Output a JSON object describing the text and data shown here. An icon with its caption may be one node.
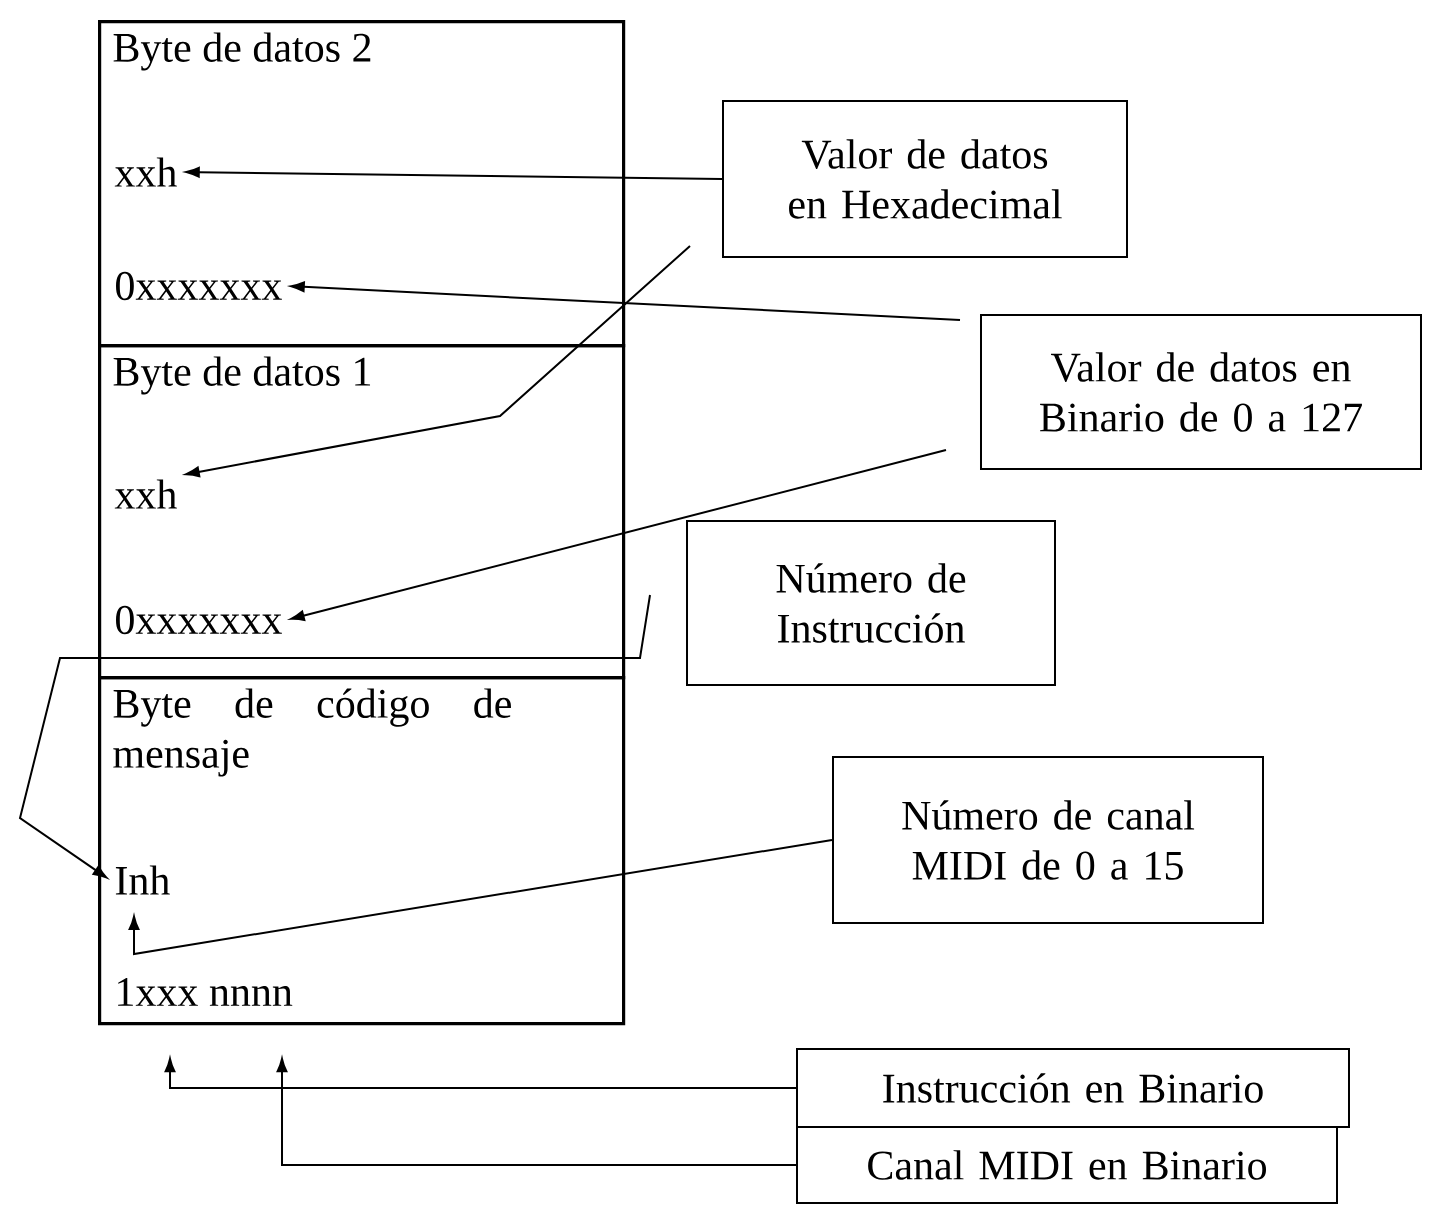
{
  "diagram": {
    "nodes": [
      {
        "text": [
          "Byte de datos 2"
        ]
      },
      {
        "text": [
          "xxh"
        ],
        "in": 0
      },
      {
        "text": [
          "0xxxxxxx"
        ],
        "in": 0
      },
      {
        "text": [
          "Byte de datos 1"
        ]
      },
      {
        "text": [
          "xxh"
        ],
        "in": 3
      },
      {
        "text": [
          "0xxxxxxx"
        ],
        "in": 3
      },
      {
        "text": [
          "Byte de código de mensaje"
        ]
      },
      {
        "text": [
          "Inh"
        ],
        "in": 6
      },
      {
        "text": [
          "1xxx nnnn"
        ],
        "in": 6
      },
      {
        "text": [
          "Valor de datos en Hexadecimal"
        ]
      },
      {
        "text": [
          "Valor de datos en Binario de 0 a 127"
        ]
      },
      {
        "text": [
          "Número de Instrucción"
        ]
      },
      {
        "text": [
          "Número de canal MIDI de 0 a 15"
        ]
      },
      {
        "text": [
          "Instrucción en Binario"
        ]
      },
      {
        "text": [
          "Canal MIDI en Binario"
        ]
      }
    ],
    "edges": [
      {
        "from": 9,
        "to": 1,
        "arrow": "to"
      },
      {
        "from": 9,
        "to": 4,
        "arrow": "to"
      },
      {
        "from": 10,
        "to": 2,
        "arrow": "to"
      },
      {
        "from": 10,
        "to": 5,
        "arrow": "to"
      },
      {
        "from": 11,
        "to": 7,
        "arrow": "to"
      },
      {
        "from": 12,
        "to": 7,
        "arrow": "to"
      },
      {
        "from": 13,
        "to": 8,
        "arrow": "to"
      },
      {
        "from": 14,
        "to": 8,
        "arrow": "to"
      }
    ]
  }
}
